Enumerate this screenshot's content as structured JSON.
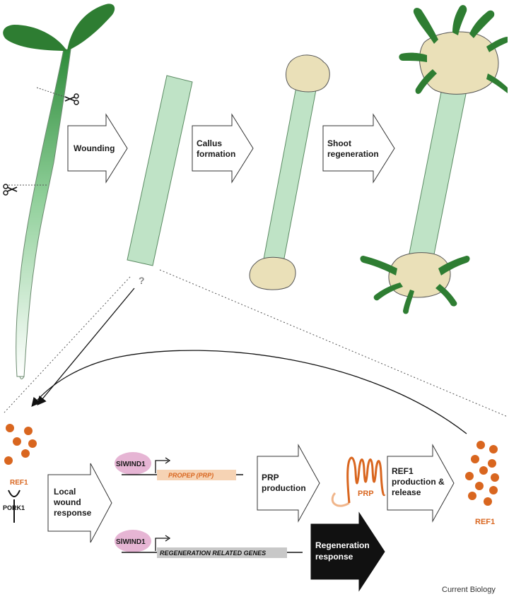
{
  "top_arrows": [
    {
      "lines": [
        "Wounding"
      ]
    },
    {
      "lines": [
        "Callus",
        "formation"
      ]
    },
    {
      "lines": [
        "Shoot",
        "regeneration"
      ]
    }
  ],
  "question_mark": "?",
  "ref1_label": "REF1",
  "pork1_label": "PORK1",
  "local_wound_response": [
    "Local",
    "wound",
    "response"
  ],
  "siwind1_label": "SlWIND1",
  "prp_gene_label": "PROPEP (PRP)",
  "rrg_gene_label": "REGENERATION RELATED GENES",
  "prp_production": [
    "PRP",
    "production"
  ],
  "prp_label": "PRP",
  "ref1_release": [
    "REF1",
    "production &",
    "release"
  ],
  "regeneration_response": [
    "Regeneration",
    "response"
  ],
  "credit": "Current Biology",
  "colors": {
    "stem": "#bfe3c6",
    "stem_stroke": "#5a8a62",
    "callus": "#eae0b8",
    "shoot": "#2e7d32",
    "orange": "#d9661f",
    "pink": "#e6b5d4",
    "prp_box": "#f6d3b4",
    "gray_box": "#c8c8c8"
  }
}
